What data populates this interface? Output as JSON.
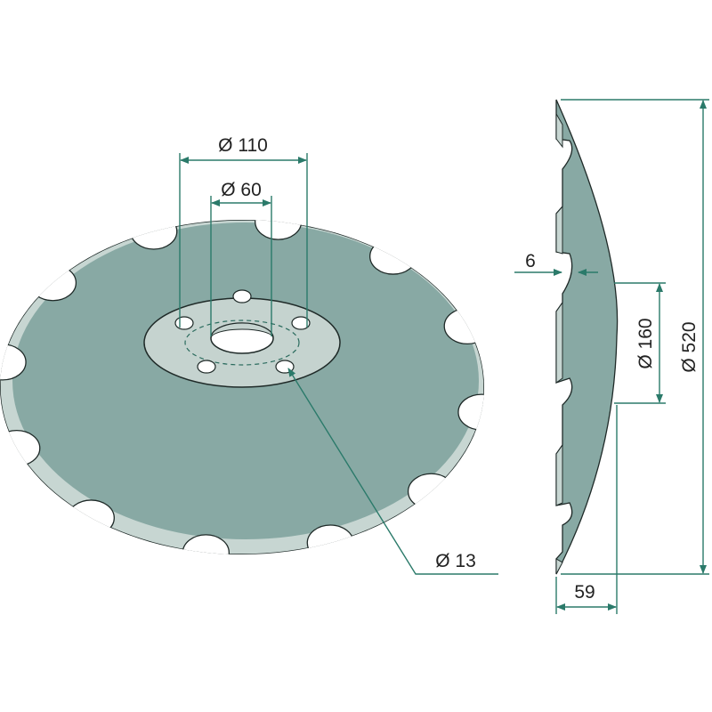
{
  "drawing": {
    "dimensions": {
      "bolt_circle_outer": "Ø 110",
      "bolt_circle_inner": "Ø 60",
      "bolt_hole": "Ø 13",
      "thickness": "6",
      "hub_diameter": "Ø 160",
      "disc_diameter": "Ø 520",
      "concavity": "59"
    },
    "colors": {
      "disc_fill": "#88a9a4",
      "disc_edge": "#c7d6d2",
      "hub_fill": "#c5d3cf",
      "dimension_line": "#2b7a6a",
      "outline": "#1f2a28"
    }
  }
}
